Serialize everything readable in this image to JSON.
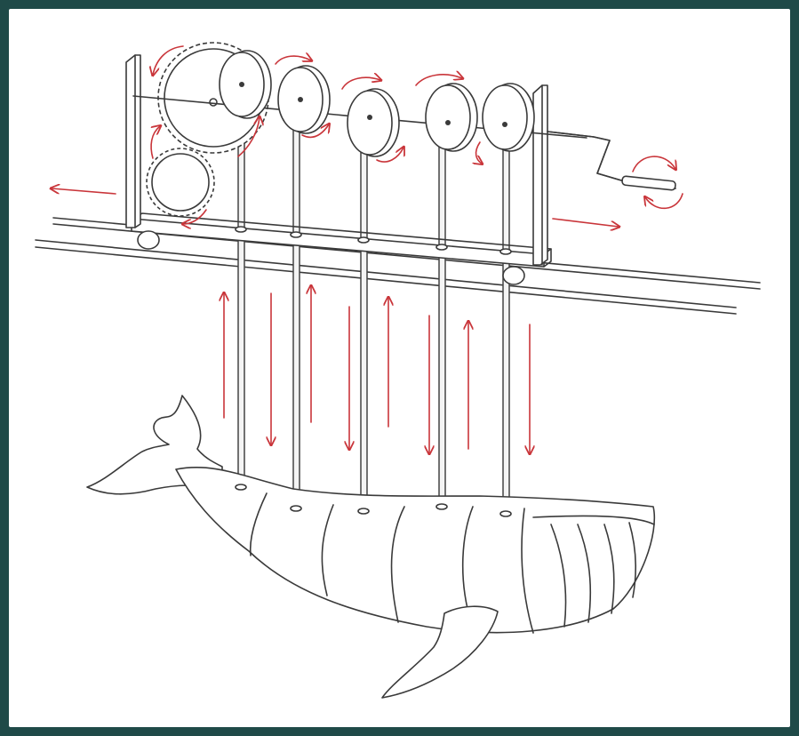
{
  "colors": {
    "frame": "#1f4a48",
    "background": "#ffffff",
    "ink": "#3a3a3a",
    "arrow": "#c9353a"
  },
  "diagram": {
    "components": [
      "frame-plate-left",
      "frame-plate-right",
      "gear-large",
      "gear-small",
      "cam-disc-1",
      "cam-disc-2",
      "cam-disc-3",
      "cam-disc-4",
      "cam-disc-5",
      "camshaft",
      "hand-crank",
      "base-platform",
      "guide-rail-front",
      "guide-rail-back",
      "wheel-left",
      "wheel-right",
      "push-rod-1",
      "push-rod-2",
      "push-rod-3",
      "push-rod-4",
      "push-rod-5",
      "whale-segment-1",
      "whale-segment-2",
      "whale-segment-3",
      "whale-segment-4",
      "whale-segment-5",
      "whale-tail",
      "whale-flipper"
    ],
    "motion_arrows": [
      "cart-left-arrow",
      "cart-right-arrow",
      "crank-rotation-arrow",
      "gear-rotation-arrow",
      "rod-up-down-arrows"
    ]
  }
}
